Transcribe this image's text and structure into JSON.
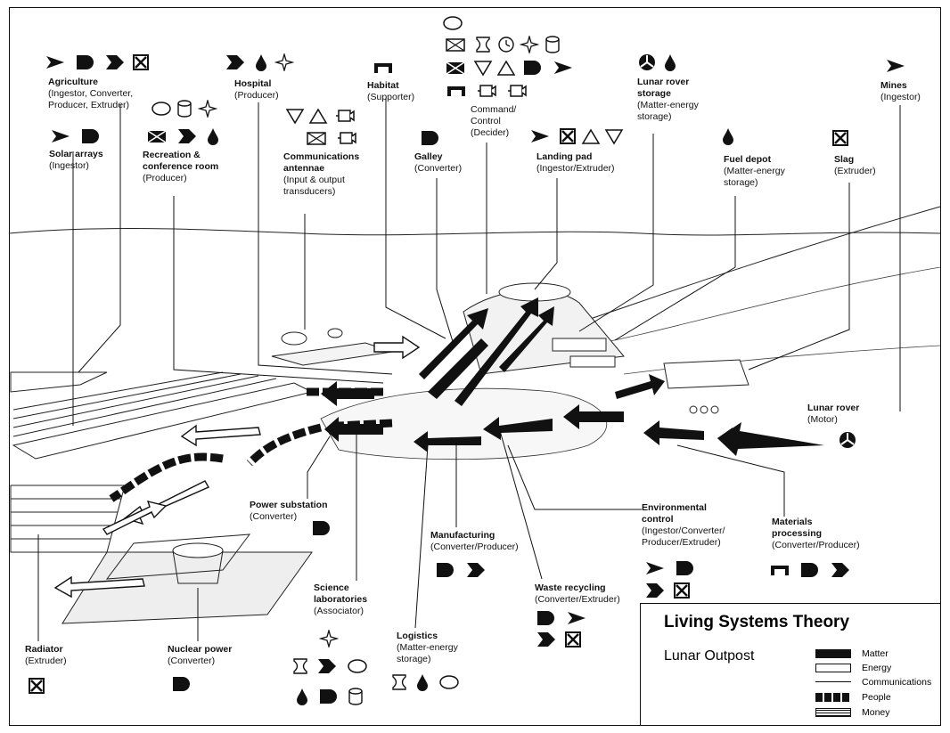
{
  "labels": {
    "agriculture": {
      "title": "Agriculture",
      "sub": "(Ingestor, Converter,\nProducer, Extruder)"
    },
    "solar_arrays": {
      "title": "Solar arrays",
      "sub": "(Ingestor)"
    },
    "hospital": {
      "title": "Hospital",
      "sub": "(Producer)"
    },
    "recreation": {
      "title": "Recreation &\nconference room",
      "sub": "(Producer)"
    },
    "habitat": {
      "title": "Habitat",
      "sub": "(Supporter)"
    },
    "communications": {
      "title": "Communications\nantennae",
      "sub": "(Input & output\ntransducers)"
    },
    "command": {
      "title": "Command/\nControl",
      "sub": "(Decider)"
    },
    "galley": {
      "title": "Galley",
      "sub": "(Converter)"
    },
    "landing_pad": {
      "title": "Landing pad",
      "sub": "(Ingestor/Extruder)"
    },
    "lunar_rover_storage": {
      "title": "Lunar rover\nstorage",
      "sub": "(Matter-energy\nstorage)"
    },
    "fuel_depot": {
      "title": "Fuel depot",
      "sub": "(Matter-energy\nstorage)"
    },
    "slag": {
      "title": "Slag",
      "sub": "(Extruder)"
    },
    "mines": {
      "title": "Mines",
      "sub": "(Ingestor)"
    },
    "lunar_rover": {
      "title": "Lunar rover",
      "sub": "(Motor)"
    },
    "power_substation": {
      "title": "Power substation",
      "sub": "(Converter)"
    },
    "environmental_control": {
      "title": "Environmental\ncontrol",
      "sub": "(Ingestor/Converter/\nProducer/Extruder)"
    },
    "materials_processing": {
      "title": "Materials\nprocessing",
      "sub": "(Converter/Producer)"
    },
    "manufacturing": {
      "title": "Manufacturing",
      "sub": "(Converter/Producer)"
    },
    "waste_recycling": {
      "title": "Waste recycling",
      "sub": "(Converter/Extruder)"
    },
    "science_labs": {
      "title": "Science\nlaboratories",
      "sub": "(Associator)"
    },
    "logistics": {
      "title": "Logistics",
      "sub": "(Matter-energy\nstorage)"
    },
    "radiator": {
      "title": "Radiator",
      "sub": "(Extruder)"
    },
    "nuclear_power": {
      "title": "Nuclear power",
      "sub": "(Converter)"
    }
  },
  "legend": {
    "title": "Living Systems Theory",
    "subtitle": "Lunar Outpost",
    "items": [
      "Matter",
      "Energy",
      "Communications",
      "People",
      "Money"
    ]
  }
}
